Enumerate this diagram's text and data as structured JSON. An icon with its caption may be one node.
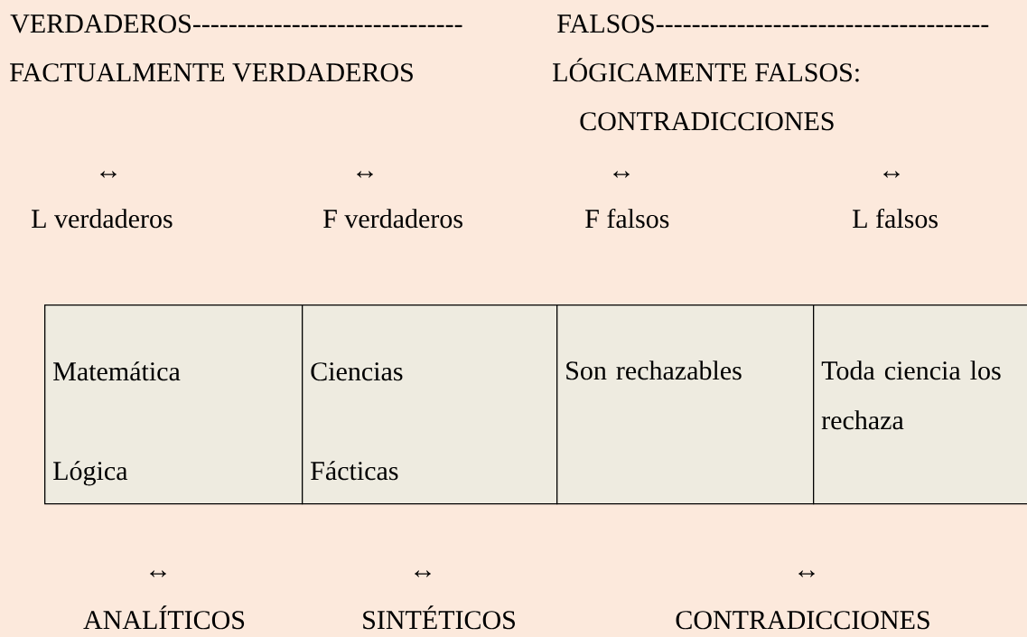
{
  "diagram": {
    "nodes": [
      {
        "text": [
          "Matemática",
          "Lógica"
        ]
      },
      {
        "text": [
          "Ciencias",
          "Fácticas"
        ]
      },
      {
        "text": [
          "Son rechazables"
        ]
      },
      {
        "text": [
          "Toda ciencia los rechaza"
        ]
      }
    ],
    "labels": [
      "VERDADEROS------------------------------",
      "FALSOS-------------------------------------",
      "FACTUALMENTE VERDADEROS",
      "LÓGICAMENTE FALSOS:",
      "CONTRADICCIONES",
      "↔",
      "↔",
      "↔",
      "↔",
      "L verdaderos",
      "F verdaderos",
      "F falsos",
      "L falsos",
      "↔",
      "↔",
      "↔",
      "ANALÍTICOS",
      "SINTÉTICOS",
      "CONTRADICCIONES"
    ]
  }
}
